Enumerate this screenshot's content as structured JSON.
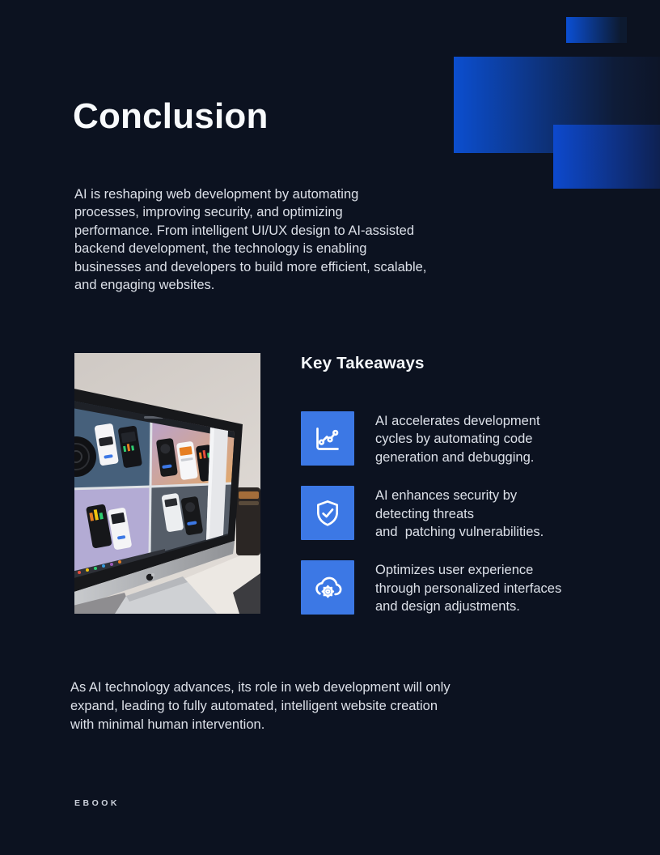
{
  "page": {
    "title": "Conclusion",
    "intro_lines": [
      "AI is reshaping web development by automating",
      "processes, improving security, and optimizing",
      "performance. From intelligent UI/UX design to AI-assisted",
      "backend development, the technology is enabling",
      "businesses and developers to build more efficient, scalable,",
      "and engaging websites."
    ],
    "takeaways": {
      "heading": "Key Takeaways",
      "items": [
        {
          "icon": "line-chart-icon",
          "lines": [
            "AI accelerates development",
            "cycles by automating code",
            "generation and debugging."
          ]
        },
        {
          "icon": "shield-check-icon",
          "lines": [
            "AI enhances security by",
            "detecting threats",
            "and  patching vulnerabilities."
          ]
        },
        {
          "icon": "cloud-gear-icon",
          "lines": [
            "Optimizes user experience",
            "through personalized interfaces",
            "and design adjustments."
          ]
        }
      ]
    },
    "outro_lines": [
      "As AI technology advances, its role in web development will only",
      "expand, leading to fully automated, intelligent website creation",
      "with minimal human intervention."
    ],
    "footer": "EBOOK",
    "photo_description": "iMac monitor displaying mobile app design mockups"
  },
  "colors": {
    "background": "#0c1220",
    "accent_blue_bright": "#0c4ecf",
    "accent_blue_dark": "#0e2152",
    "icon_tile_blue": "#3c78e5",
    "title_text": "#f8fafc",
    "body_text": "#dce0e8"
  }
}
